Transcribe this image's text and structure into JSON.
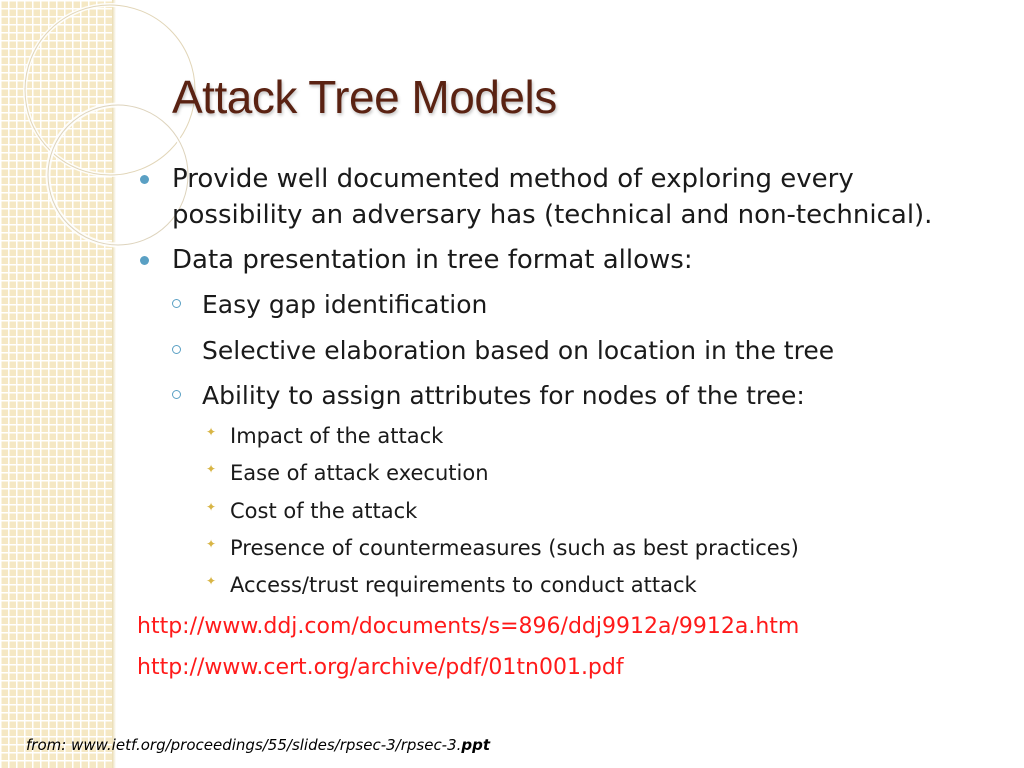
{
  "title": "Attack Tree Models",
  "bullets": {
    "b1": "Provide well documented method of exploring every possibility an adversary has (technical and non-technical).",
    "b2": "Data presentation in tree format allows:",
    "sub": [
      "Easy gap identification",
      "Selective elaboration based on location in the tree",
      "Ability to assign attributes for nodes of the tree:"
    ],
    "subsub": [
      "Impact of the attack",
      "Ease of attack execution",
      "Cost of the attack",
      "Presence of countermeasures (such as best practices)",
      "Access/trust requirements to conduct attack"
    ]
  },
  "links": [
    "http://www.ddj.com/documents/s=896/ddj9912a/9912a.htm",
    "http://www.cert.org/archive/pdf/01tn001.pdf"
  ],
  "source": {
    "prefix": "from: www.ietf.org/proceedings/55/slides/rpsec-3/rpsec-3.",
    "ext": "ppt"
  },
  "colors": {
    "title": "#5a2212",
    "bullet": "#5aa0c4",
    "link": "#ff1a1a",
    "sidebar": "#f5e8c4"
  }
}
